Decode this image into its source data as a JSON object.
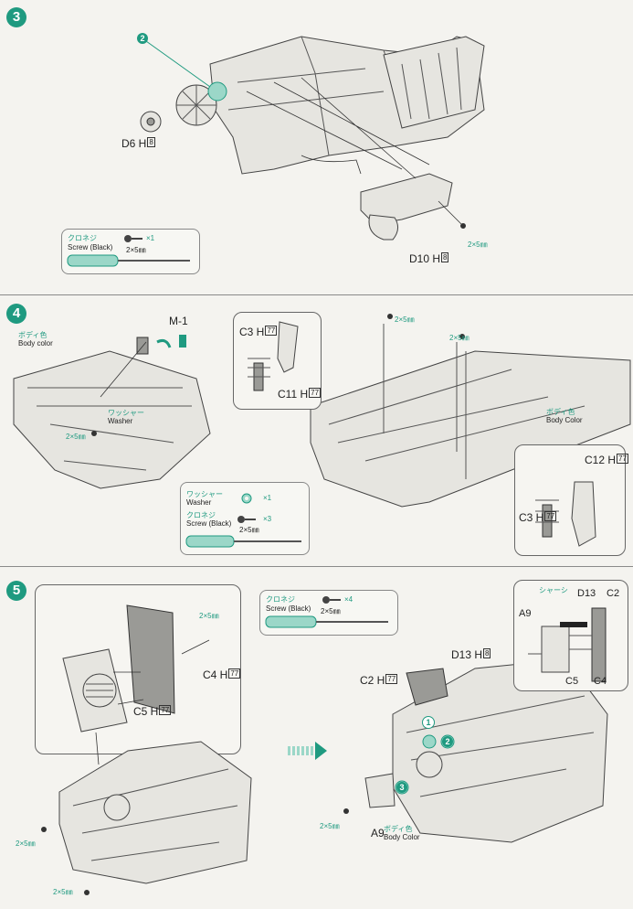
{
  "steps": [
    {
      "number": "3",
      "parts": {
        "d6": "D6",
        "d10": "D10",
        "h8": "8",
        "screw_size": "2×5㎜",
        "callout": "2"
      },
      "legend": {
        "jp": "クロネジ",
        "en": "Screw (Black)",
        "count": "×1",
        "size": "2×5㎜"
      }
    },
    {
      "number": "4",
      "parts": {
        "m1": "M-1",
        "c3a": "C3",
        "c11": "C11",
        "h77": "77",
        "c12": "C12",
        "c3b": "C3",
        "washer_jp": "ワッシャー",
        "washer_en": "Washer",
        "screw_size": "2×5㎜",
        "body_color_jp": "ボディ色",
        "body_color_en": "Body color",
        "body_color_jp_2": "ボディ色",
        "body_color_en_2": "Body Color"
      },
      "legend": {
        "washer_jp": "ワッシャー",
        "washer_en": "Washer",
        "washer_count": "×1",
        "screw_jp": "クロネジ",
        "screw_en": "Screw (Black)",
        "screw_count": "×3",
        "size": "2×5㎜"
      }
    },
    {
      "number": "5",
      "parts": {
        "c4": "C4",
        "c5": "C5",
        "h77": "77",
        "d13": "D13",
        "c2": "C2",
        "h8": "8",
        "a9": "A9",
        "a9b": "A9",
        "body_color_jp": "ボディ色",
        "body_color_en": "Body Color",
        "chassis_jp": "シャーシ",
        "d13b": "D13",
        "c2b": "C2",
        "c5b": "C5",
        "c4b": "C4",
        "screw_size": "2×5㎜",
        "callout1": "1",
        "callout2": "2",
        "callout3": "3"
      },
      "legend": {
        "jp": "クロネジ",
        "en": "Screw (Black)",
        "count": "×4",
        "size": "2×5㎜"
      }
    }
  ],
  "colors": {
    "accent": "#1f9a80",
    "divider": "#8a8a8a"
  }
}
